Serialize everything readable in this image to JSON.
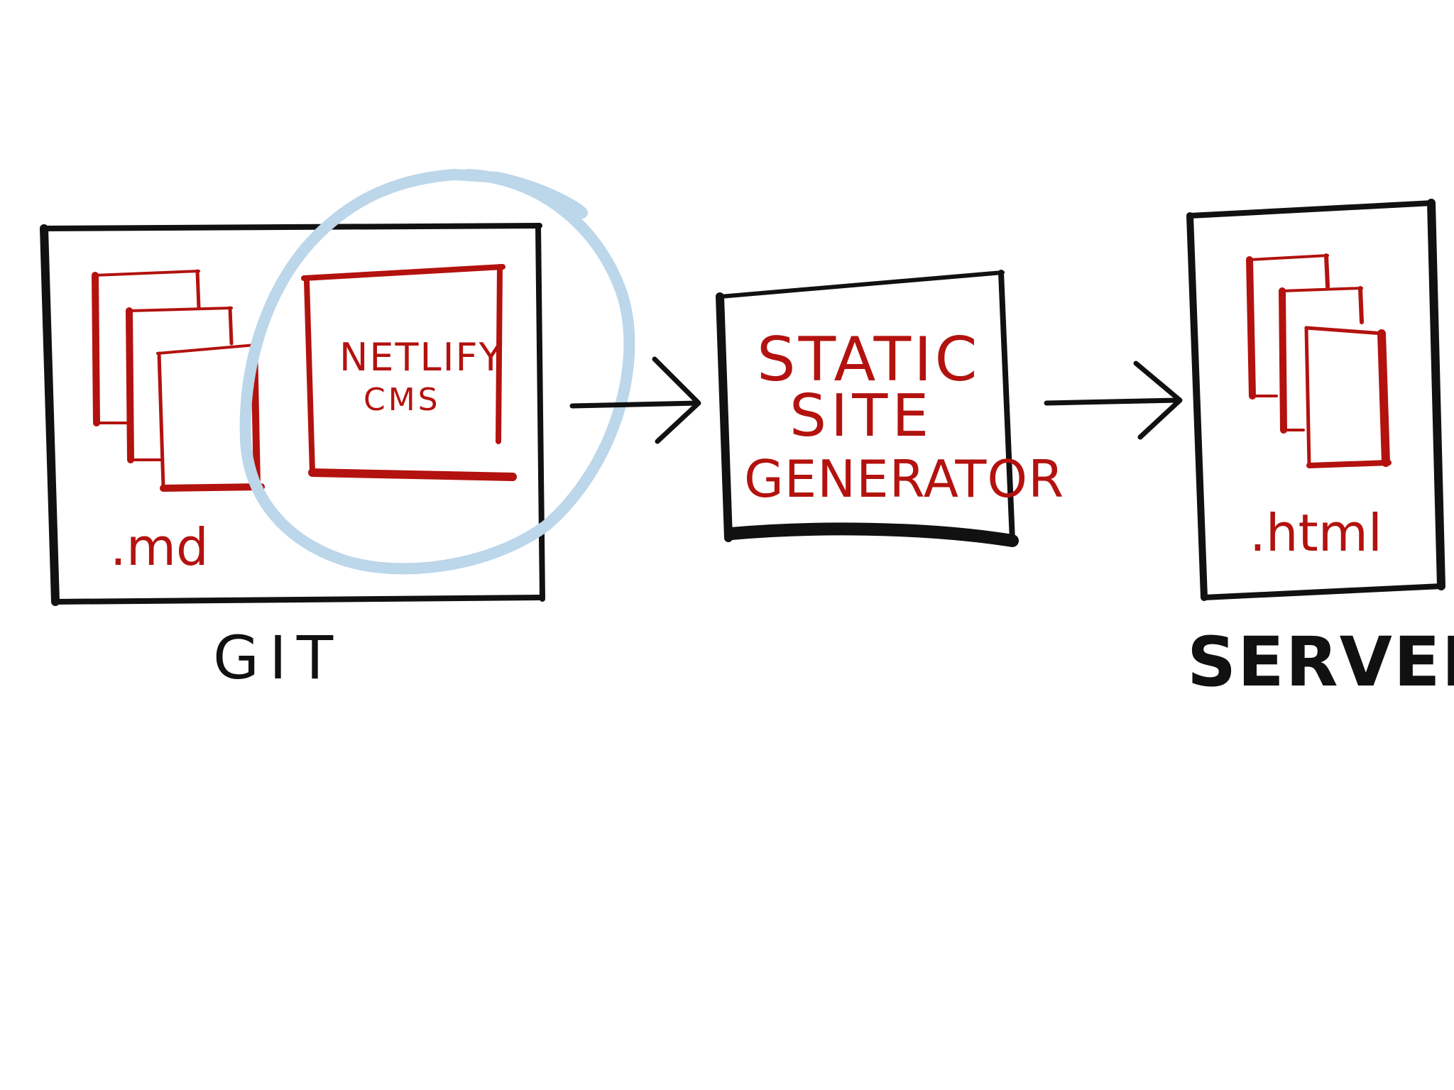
{
  "colors": {
    "ink": "#111111",
    "accent": "#b3120f",
    "highlight": "#bcd6ea",
    "background": "#ffffff"
  },
  "git": {
    "label": "GIT",
    "files_label": ".md",
    "cms_label_line1": "NETLIFY",
    "cms_label_line2": "CMS"
  },
  "generator": {
    "line1": "STATIC",
    "line2": "SITE",
    "line3": "GENERATOR"
  },
  "server": {
    "label": "SERVER",
    "files_label": ".html"
  },
  "icons": {
    "highlight": "circle-highlight-icon",
    "arrow": "arrow-right-icon"
  }
}
